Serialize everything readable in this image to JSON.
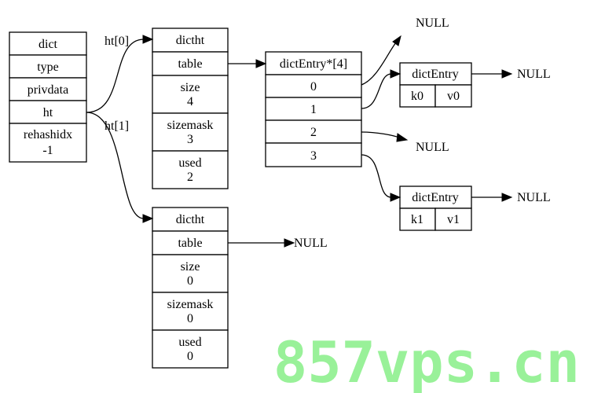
{
  "dict": {
    "rows": [
      "dict",
      "type",
      "privdata",
      "ht"
    ],
    "rehash_label": "rehashidx",
    "rehash_value": "-1"
  },
  "edge_labels": {
    "ht0": "ht[0]",
    "ht1": "ht[1]"
  },
  "ht0": {
    "title": "dictht",
    "table": "table",
    "fields": [
      {
        "label": "size",
        "value": "4"
      },
      {
        "label": "sizemask",
        "value": "3"
      },
      {
        "label": "used",
        "value": "2"
      }
    ]
  },
  "ht1": {
    "title": "dictht",
    "table": "table",
    "fields": [
      {
        "label": "size",
        "value": "0"
      },
      {
        "label": "sizemask",
        "value": "0"
      },
      {
        "label": "used",
        "value": "0"
      }
    ]
  },
  "table_array": {
    "title": "dictEntry*[4]",
    "slots": [
      "0",
      "1",
      "2",
      "3"
    ]
  },
  "entry_a": {
    "title": "dictEntry",
    "key": "k0",
    "value": "v0"
  },
  "entry_b": {
    "title": "dictEntry",
    "key": "k1",
    "value": "v1"
  },
  "null_text": "NULL",
  "watermark": "857vps.cn"
}
